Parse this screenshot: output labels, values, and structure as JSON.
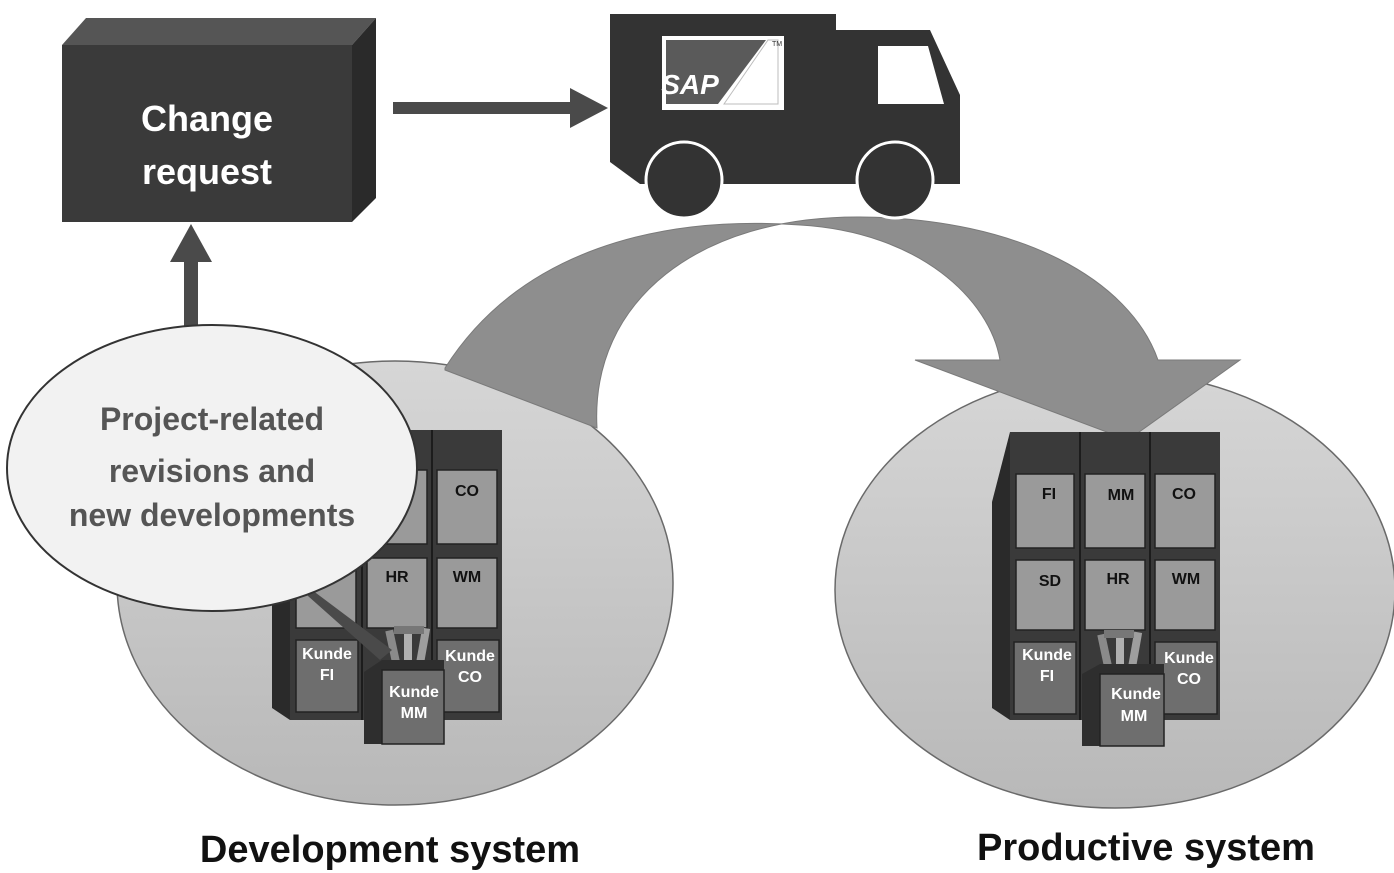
{
  "change_request": {
    "line1": "Change",
    "line2": "request"
  },
  "truck": {
    "logo_text": "SAP",
    "trademark": "TM"
  },
  "callout": {
    "line1": "Project-related",
    "line2": "revisions and",
    "line3": "new developments"
  },
  "development_system": {
    "label": "Development system",
    "cabinet": {
      "row1": [
        "",
        "",
        "CO"
      ],
      "row2": [
        "",
        "HR",
        "WM"
      ],
      "kunde_left": {
        "line1": "Kunde",
        "line2": "FI"
      },
      "kunde_right": {
        "line1": "Kunde",
        "line2": "CO"
      },
      "kunde_front": {
        "line1": "Kunde",
        "line2": "MM"
      }
    }
  },
  "productive_system": {
    "label": "Productive system",
    "cabinet": {
      "row1": [
        "FI",
        "MM",
        "CO"
      ],
      "row2": [
        "SD",
        "HR",
        "WM"
      ],
      "kunde_left": {
        "line1": "Kunde",
        "line2": "FI"
      },
      "kunde_right": {
        "line1": "Kunde",
        "line2": "CO"
      },
      "kunde_front": {
        "line1": "Kunde",
        "line2": "MM"
      }
    }
  },
  "colors": {
    "dark_box": "#3a3a3a",
    "arrow_gray": "#8c8c8c",
    "ellipse_gray": "#c4c4c4",
    "drawer_gray": "#9a9a9a",
    "callout_fill": "#f2f2f2"
  }
}
